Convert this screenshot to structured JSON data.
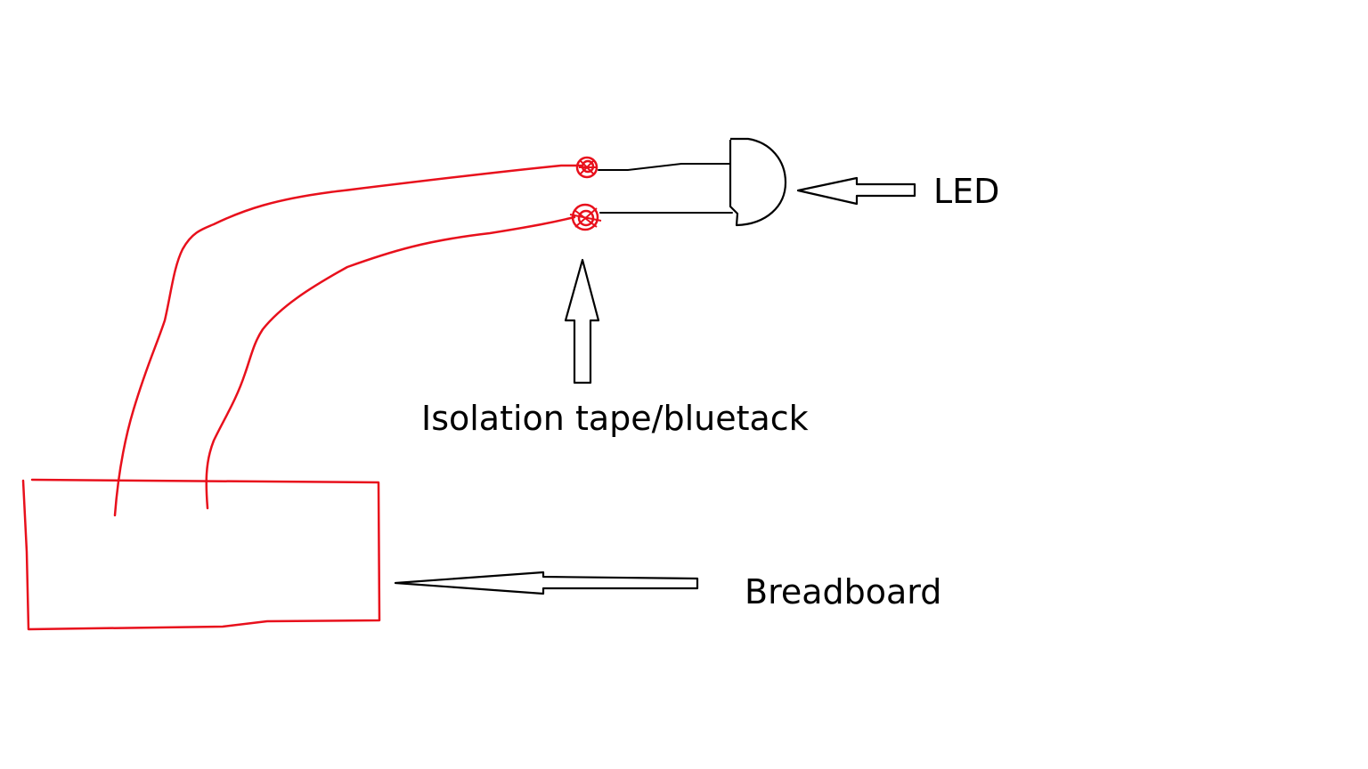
{
  "labels": {
    "led": "LED",
    "isolation": "Isolation tape/bluetack",
    "breadboard": "Breadboard"
  },
  "colors": {
    "wire": "#e8101c",
    "outline": "#000000",
    "background": "#ffffff"
  }
}
